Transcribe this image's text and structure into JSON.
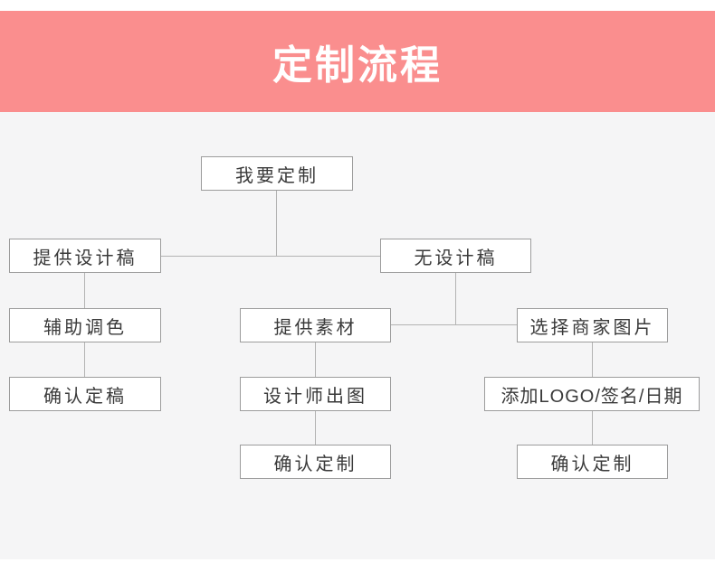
{
  "header": {
    "title": "定制流程"
  },
  "colors": {
    "header_bg": "#fa8e8e",
    "header_text": "#ffffff",
    "page_bg": "#ffffff",
    "canvas_bg": "#f5f5f6",
    "box_bg": "#ffffff",
    "box_border": "#9c9c9c",
    "box_text": "#3a3a3a",
    "connector": "#b3b3b3"
  },
  "flowchart": {
    "nodes": {
      "root": {
        "label": "我要定制"
      },
      "left_branch": {
        "label": "提供设计稿"
      },
      "right_branch": {
        "label": "无设计稿"
      },
      "assist_color": {
        "label": "辅助调色"
      },
      "confirm_draft": {
        "label": "确认定稿"
      },
      "provide_material": {
        "label": "提供素材"
      },
      "designer_output": {
        "label": "设计师出图"
      },
      "confirm_custom_mid": {
        "label": "确认定制"
      },
      "choose_merchant_image": {
        "label": "选择商家图片"
      },
      "add_logo_sign_date": {
        "label": "添加LOGO/签名/日期"
      },
      "confirm_custom_right": {
        "label": "确认定制"
      }
    },
    "edges": [
      {
        "from": "我要定制",
        "to": "提供设计稿"
      },
      {
        "from": "我要定制",
        "to": "无设计稿"
      },
      {
        "from": "提供设计稿",
        "to": "辅助调色"
      },
      {
        "from": "辅助调色",
        "to": "确认定稿"
      },
      {
        "from": "无设计稿",
        "to": "提供素材"
      },
      {
        "from": "无设计稿",
        "to": "选择商家图片"
      },
      {
        "from": "提供素材",
        "to": "设计师出图"
      },
      {
        "from": "设计师出图",
        "to": "确认定制"
      },
      {
        "from": "选择商家图片",
        "to": "添加LOGO/签名/日期"
      },
      {
        "from": "添加LOGO/签名/日期",
        "to": "确认定制"
      }
    ]
  }
}
